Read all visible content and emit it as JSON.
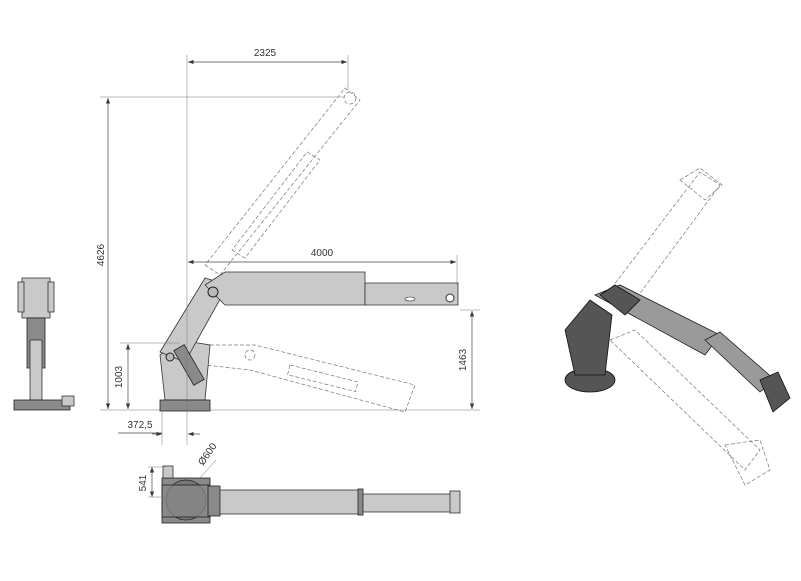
{
  "dimensions": {
    "reach_raised": "2325",
    "height_raised": "4626",
    "reach_horizontal": "4000",
    "height_horizontal": "1463",
    "height_pivot": "1003",
    "offset_base": "372,5",
    "base_width": "541",
    "base_diameter": "Ø600"
  },
  "colors": {
    "line": "#444444",
    "part": "#c9c9c9",
    "part_dark": "#555555"
  }
}
